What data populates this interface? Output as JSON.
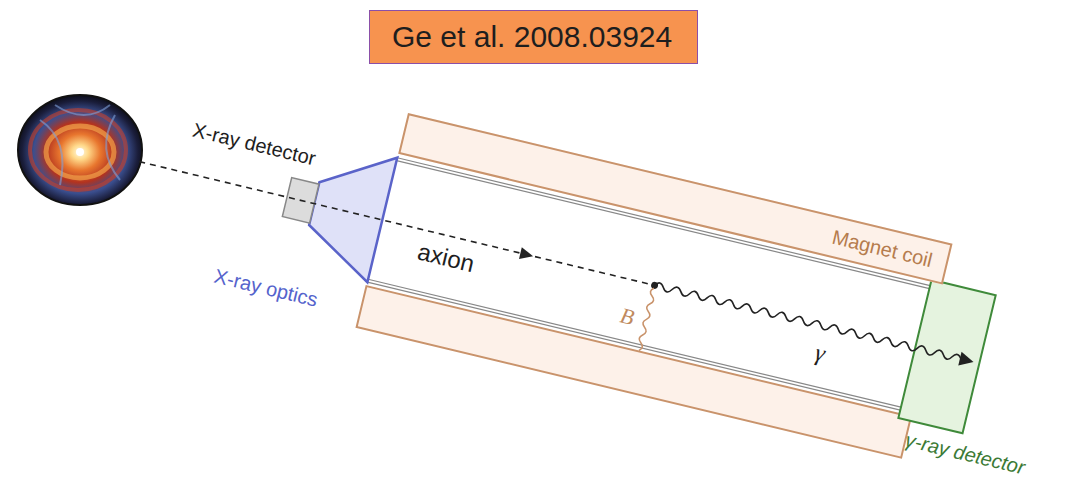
{
  "diagram": {
    "nodes": [
      {
        "text": [
          "Ge et al. 2008.03924"
        ]
      },
      {
        "text": [
          "Magnet coil"
        ]
      }
    ],
    "labels": [
      "X-ray detector",
      "X-ray optics",
      "axion",
      "B",
      "γ",
      "γ-ray detector"
    ]
  }
}
